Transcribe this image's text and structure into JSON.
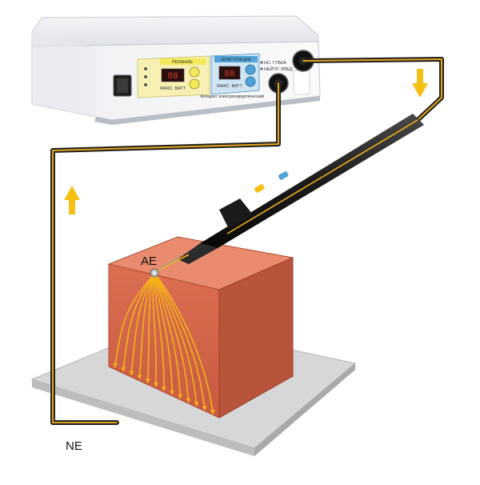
{
  "labels": {
    "active_electrode": "AE",
    "neutral_electrode": "NE"
  },
  "device": {
    "cut_panel_title": "РЕЗАНИЕ",
    "coag_panel_title": "КОАГУЛЯЦИЯ",
    "cut_unit": "МАКС. ВАТТ",
    "coag_unit": "МАКС. ВАТТ",
    "device_name": "Аппарат электрохирургический",
    "socket_label_1": "НС. ГУБКА",
    "socket_label_2": "НЕЙТР. ЭЛЕД."
  },
  "colors": {
    "current_flow": "#f5b21a",
    "arrow": "#f5c016",
    "tissue": "#d9674c",
    "plate": "#d4d4d4",
    "cut_panel": "#f3e95a",
    "coag_panel": "#4fa3d8"
  },
  "arrows": {
    "left_wire_direction": "up",
    "right_wire_direction": "down"
  }
}
